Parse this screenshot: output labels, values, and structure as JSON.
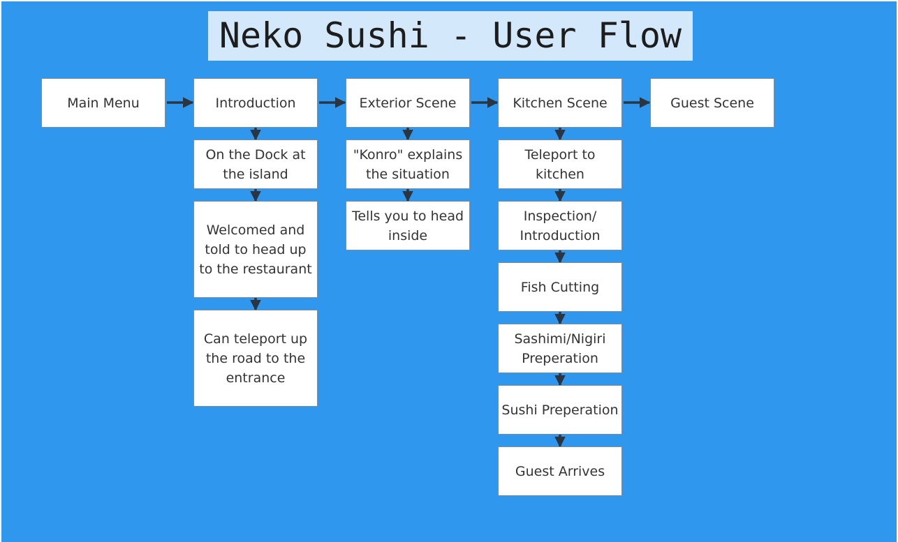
{
  "title": "Neko Sushi - User Flow",
  "colors": {
    "background": "#2f98ee",
    "title_background": "#d3e8fa",
    "node_fill": "#ffffff",
    "node_border": "#7f8c99",
    "arrow": "#2b3540"
  },
  "top_row": [
    "Main Menu",
    "Introduction",
    "Exterior Scene",
    "Kitchen Scene",
    "Guest Scene"
  ],
  "introduction_steps": [
    "On the Dock at the island",
    "Welcomed and told to head up to the restaurant",
    "Can teleport up the road to the entrance"
  ],
  "exterior_steps": [
    "\"Konro\" explains the situation",
    "Tells you to head inside"
  ],
  "kitchen_steps": [
    "Teleport to kitchen",
    "Inspection/ Introduction",
    "Fish Cutting",
    "Sashimi/Nigiri Preperation",
    "Sushi Preperation",
    "Guest Arrives"
  ]
}
